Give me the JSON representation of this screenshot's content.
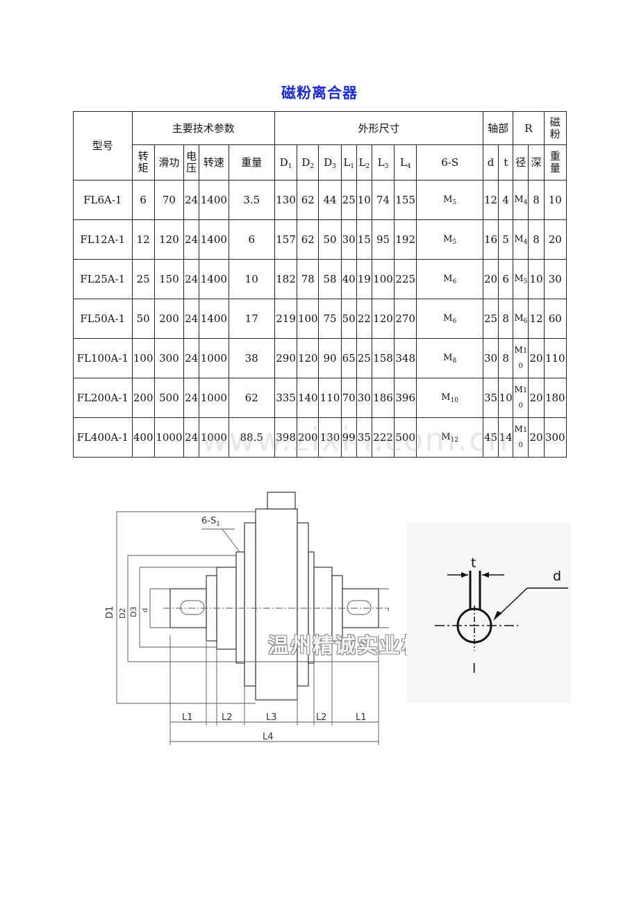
{
  "title": "磁粉离合器",
  "table": {
    "group_headers": {
      "model": "型号",
      "main_params": "主要技术参数",
      "dimensions": "外形尺寸",
      "shaft": "轴部",
      "r": "R",
      "powder": "磁粉"
    },
    "sub_headers": {
      "torque": "转矩",
      "slip_power": "滑功",
      "voltage": "电压",
      "speed": "转速",
      "weight": "重量",
      "D": "D",
      "D1_sub": "1",
      "D2_sub": "2",
      "D3_sub": "3",
      "L": "L",
      "L1_sub": "1",
      "L2_sub": "2",
      "L3_sub": "3",
      "L4_sub": "4",
      "six_s": "6-S",
      "shaft_d": "d",
      "shaft_t": "t",
      "r_dia": "径",
      "r_depth": "深",
      "powder_weight": "重量"
    },
    "rows": [
      {
        "model": "FL6A-1",
        "torque": "6",
        "slip": "70",
        "voltage": "24",
        "speed": "1400",
        "weight": "3.5",
        "D1": "130",
        "D2": "62",
        "D3": "44",
        "L1": "25",
        "L2": "10",
        "L3": "74",
        "L4": "155",
        "s": "M",
        "s_sub": "5",
        "d": "12",
        "t": "4",
        "r_dia": "M",
        "r_dia_sub": "4",
        "r_depth": "8",
        "powder": "10"
      },
      {
        "model": "FL12A-1",
        "torque": "12",
        "slip": "120",
        "voltage": "24",
        "speed": "1400",
        "weight": "6",
        "D1": "157",
        "D2": "62",
        "D3": "50",
        "L1": "30",
        "L2": "15",
        "L3": "95",
        "L4": "192",
        "s": "M",
        "s_sub": "5",
        "d": "16",
        "t": "5",
        "r_dia": "M",
        "r_dia_sub": "4",
        "r_depth": "8",
        "powder": "20"
      },
      {
        "model": "FL25A-1",
        "torque": "25",
        "slip": "150",
        "voltage": "24",
        "speed": "1400",
        "weight": "10",
        "D1": "182",
        "D2": "78",
        "D3": "58",
        "L1": "40",
        "L2": "19",
        "L3": "100",
        "L4": "225",
        "s": "M",
        "s_sub": "6",
        "d": "20",
        "t": "6",
        "r_dia": "M",
        "r_dia_sub": "5",
        "r_depth": "10",
        "powder": "30"
      },
      {
        "model": "FL50A-1",
        "torque": "50",
        "slip": "200",
        "voltage": "24",
        "speed": "1400",
        "weight": "17",
        "D1": "219",
        "D2": "100",
        "D3": "75",
        "L1": "50",
        "L2": "22",
        "L3": "120",
        "L4": "270",
        "s": "M",
        "s_sub": "6",
        "d": "25",
        "t": "8",
        "r_dia": "M",
        "r_dia_sub": "6",
        "r_depth": "12",
        "powder": "60"
      },
      {
        "model": "FL100A-1",
        "torque": "100",
        "slip": "300",
        "voltage": "24",
        "speed": "1000",
        "weight": "38",
        "D1": "290",
        "D2": "120",
        "D3": "90",
        "L1": "65",
        "L2": "25",
        "L3": "158",
        "L4": "348",
        "s": "M",
        "s_sub": "8",
        "d": "30",
        "t": "8",
        "r_dia": "M",
        "r_dia_sub": "10",
        "r_depth": "20",
        "powder": "110"
      },
      {
        "model": "FL200A-1",
        "torque": "200",
        "slip": "500",
        "voltage": "24",
        "speed": "1000",
        "weight": "62",
        "D1": "335",
        "D2": "140",
        "D3": "110",
        "L1": "70",
        "L2": "30",
        "L3": "186",
        "L4": "396",
        "s": "M",
        "s_sub": "10",
        "d": "35",
        "t": "10",
        "r_dia": "M",
        "r_dia_sub": "10",
        "r_depth": "20",
        "powder": "180"
      },
      {
        "model": "FL400A-1",
        "torque": "400",
        "slip": "1000",
        "voltage": "24",
        "speed": "1000",
        "weight": "88.5",
        "D1": "398",
        "D2": "200",
        "D3": "130",
        "L1": "99",
        "L2": "35",
        "L3": "222",
        "L4": "500",
        "s": "M",
        "s_sub": "12",
        "d": "45",
        "t": "14",
        "r_dia": "M",
        "r_dia_sub": "10",
        "r_depth": "20",
        "powder": "300"
      }
    ]
  },
  "watermark": "www.zixin.com.cn",
  "drawing": {
    "labels": {
      "six_s1": "6-S",
      "six_s1_sub": "1",
      "D1": "D1",
      "D2": "D2",
      "D3": "D3",
      "d": "d",
      "L1": "L1",
      "L2": "L2",
      "L3": "L3",
      "L4": "L4"
    },
    "company_watermark": "温州精诚实业机械设备"
  },
  "keyway": {
    "t": "t",
    "d": "d",
    "l": "l"
  }
}
